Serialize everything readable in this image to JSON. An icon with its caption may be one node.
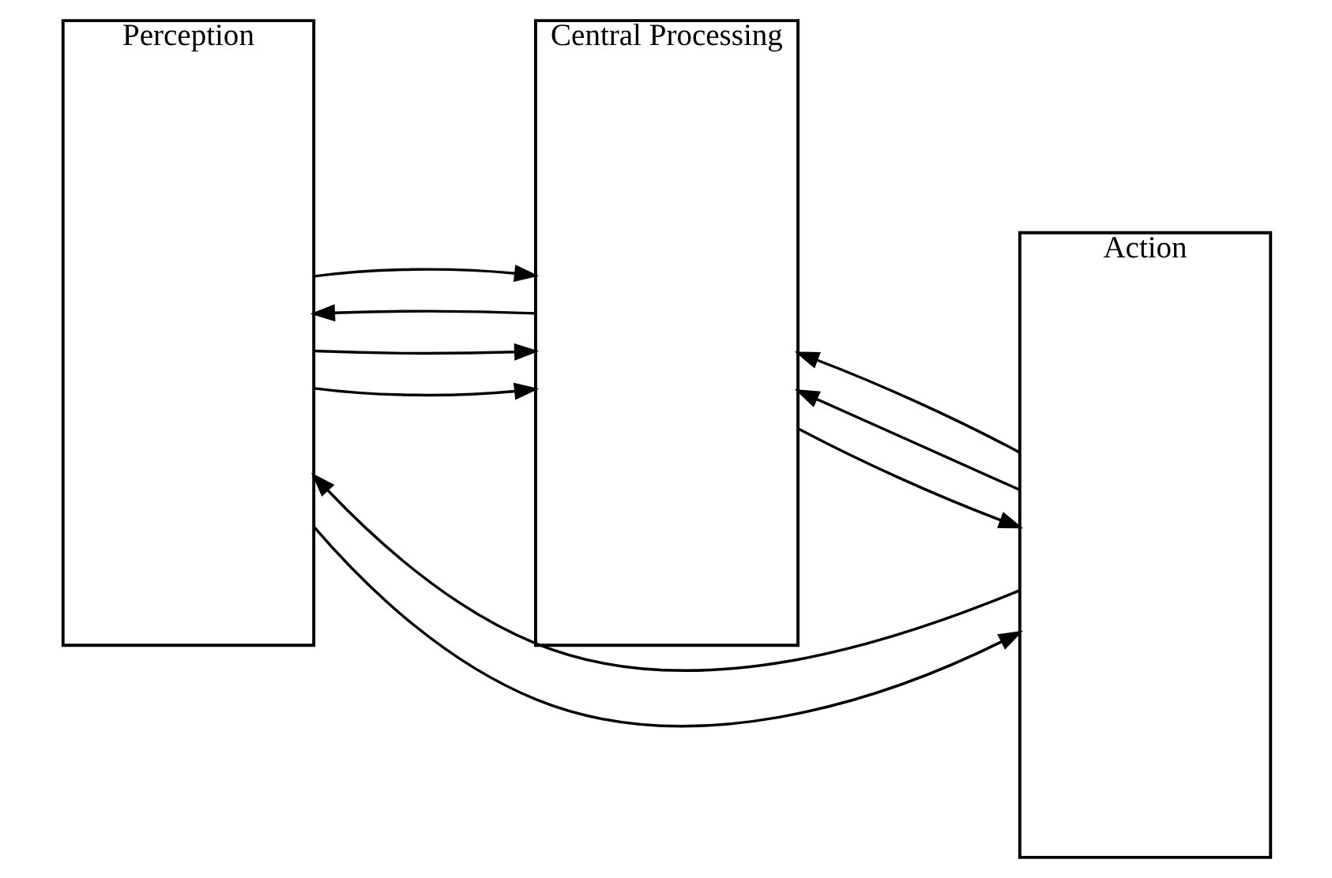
{
  "diagram": {
    "nodes": [
      {
        "text": [
          "Perception"
        ]
      },
      {
        "text": [
          "Central Processing"
        ]
      },
      {
        "text": [
          "Action"
        ]
      }
    ],
    "edges": [
      {
        "from": 0,
        "to": 1,
        "arrow": "to"
      },
      {
        "from": 1,
        "to": 2,
        "arrow": "to"
      },
      {
        "from": 2,
        "to": 1,
        "arrow": "to"
      },
      {
        "from": 0,
        "to": 1,
        "arrow": "to"
      },
      {
        "from": 1,
        "to": 0,
        "arrow": "to"
      },
      {
        "from": 0,
        "to": 1,
        "arrow": "to"
      },
      {
        "from": 2,
        "to": 1,
        "arrow": "to"
      },
      {
        "from": 2,
        "to": 0,
        "arrow": "to"
      },
      {
        "from": 0,
        "to": 2,
        "arrow": "to"
      }
    ]
  }
}
